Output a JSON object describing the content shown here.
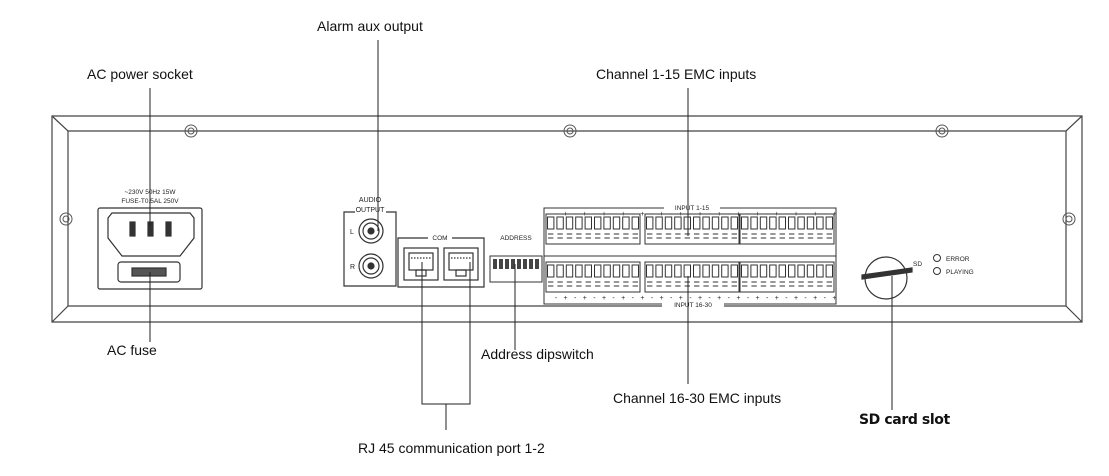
{
  "callouts": {
    "alarm_aux_output": "Alarm aux output",
    "ac_power_socket": "AC power socket",
    "channel_1_15": "Channel 1-15 EMC inputs",
    "ac_fuse": "AC fuse",
    "address_dipswitch": "Address dipswitch",
    "channel_16_30": "Channel 16-30 EMC inputs",
    "sd_card_slot": "SD card slot",
    "rj45_ports": "RJ 45 communication port 1-2"
  },
  "panel": {
    "power_rating": "~230V  50Hz  15W",
    "fuse_rating": "FUSE-T0.5AL 250V",
    "audio_label_1": "AUDIO",
    "audio_label_2": "OUTPUT",
    "audio_left": "L",
    "audio_right": "R",
    "com_label": "COM",
    "address_label": "ADDRESS",
    "input_top_label": "INPUT  1-15",
    "input_bottom_label": "INPUT  16-30",
    "sd_label": "SD",
    "led_error": "ERROR",
    "led_playing": "PLAYING",
    "terminal_polarity_plus": "+",
    "terminal_polarity_minus": "-"
  }
}
